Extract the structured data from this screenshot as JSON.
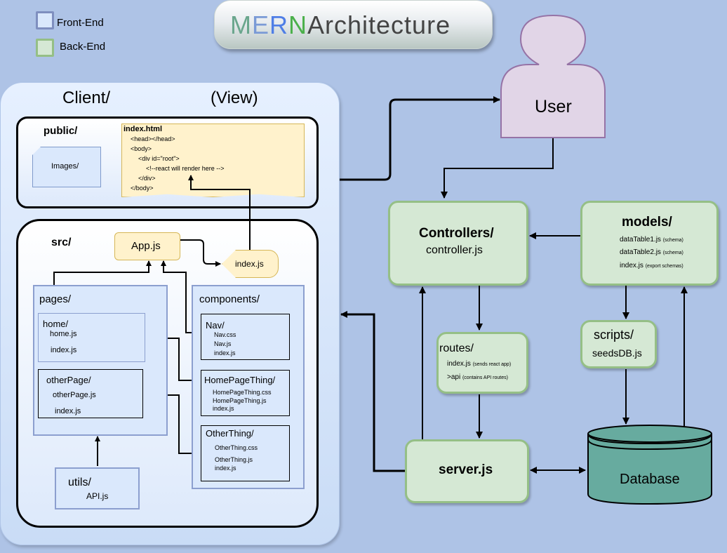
{
  "legend": {
    "frontend": "Front-End",
    "backend": "Back-End"
  },
  "title": {
    "letters": [
      "M",
      "E",
      "R",
      "N"
    ],
    "colors": [
      "#6aa68d",
      "#7a9ad6",
      "#4f7ee6",
      "#4bb04b"
    ],
    "rest": "Architecture"
  },
  "client": {
    "title": "Client/",
    "view": "(View)"
  },
  "public": {
    "label": "public/",
    "images": "Images/",
    "index_html": {
      "title": "index.html",
      "lines": [
        "<head></head>",
        "<body>",
        "<div id=\"root\">",
        "<!--react will render here -->",
        "</div>",
        "</body>"
      ]
    }
  },
  "src": {
    "label": "src/",
    "appjs": "App.js",
    "indexjs": "index.js",
    "pages": {
      "label": "pages/",
      "home": {
        "label": "home/",
        "files": [
          "home.js",
          "index.js"
        ]
      },
      "other": {
        "label": "otherPage/",
        "files": [
          "otherPage.js",
          "index.js"
        ]
      }
    },
    "components": {
      "label": "components/",
      "nav": {
        "label": "Nav/",
        "files": [
          "Nav.css",
          "Nav.js",
          "index.js"
        ]
      },
      "hpt": {
        "label": "HomePageThing/",
        "files": [
          "HomePageThing.css",
          "HomePageThing.js",
          "index.js"
        ]
      },
      "ot": {
        "label": "OtherThing/",
        "files": [
          "OtherThing.css",
          "OtherThing.js",
          "index.js"
        ]
      }
    },
    "utils": {
      "label": "utils/",
      "file": "API.js"
    }
  },
  "user": "User",
  "controllers": {
    "title": "Controllers/",
    "file": "controller.js"
  },
  "models": {
    "title": "models/",
    "files": [
      {
        "name": "dataTable1.js",
        "note": "(schema)"
      },
      {
        "name": "dataTable2.js",
        "note": "(schema)"
      },
      {
        "name": "index.js",
        "note": "(export schemas)"
      }
    ]
  },
  "routes": {
    "title": "routes/",
    "items": [
      {
        "name": "index.js",
        "note": "(sends react app)"
      },
      {
        "name": ">api",
        "note": "(contains API routes)"
      }
    ]
  },
  "scripts": {
    "title": "scripts/",
    "file": "seedsDB.js"
  },
  "server": "server.js",
  "database": "Database",
  "colors": {
    "background": "#aec3e6",
    "frontend": "#dae8fc",
    "backend": "#d5e8d4",
    "user": "#e1d5e7",
    "database": "#67ab9f",
    "note": "#fff2cc"
  }
}
